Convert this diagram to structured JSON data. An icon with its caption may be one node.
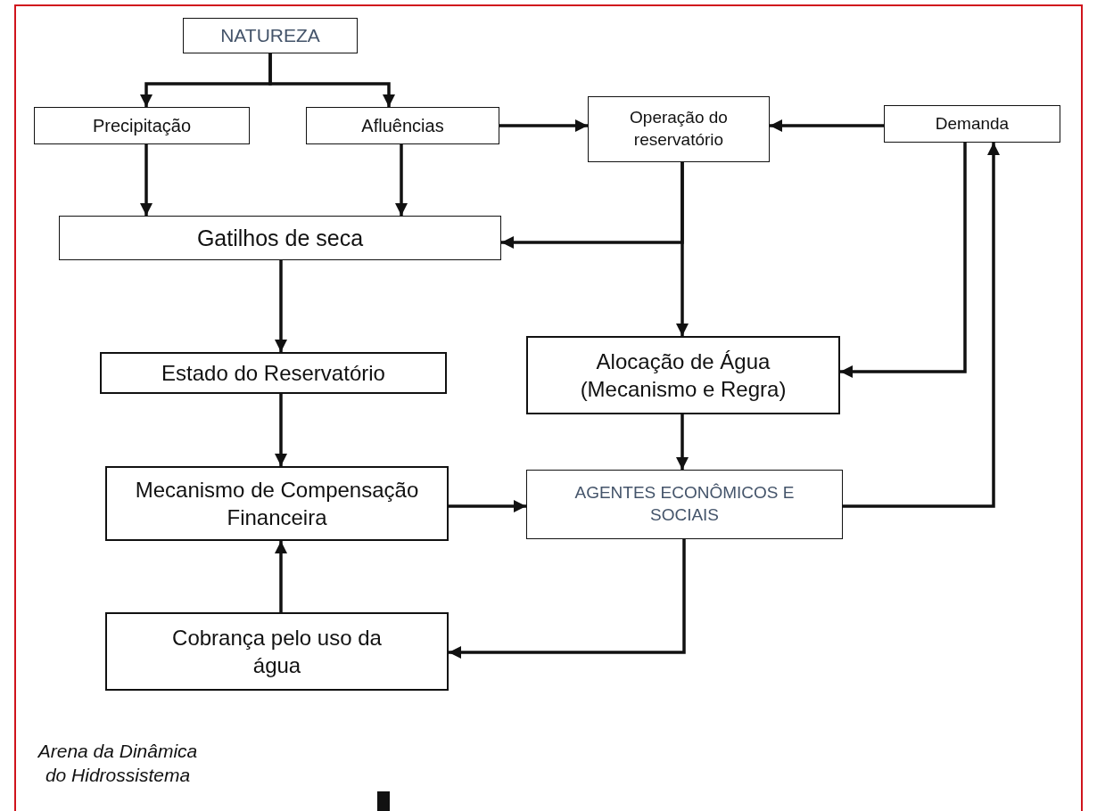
{
  "diagram": {
    "nodes": [
      {
        "text": [
          "Arena da Dinâmica do Hidrossistema"
        ]
      },
      {
        "text": [
          "NATUREZA"
        ],
        "in": 0
      },
      {
        "text": [
          "Precipitação"
        ],
        "in": 0
      },
      {
        "text": [
          "Afluências"
        ],
        "in": 0
      },
      {
        "text": [
          "Operação do reservatório"
        ],
        "in": 0
      },
      {
        "text": [
          "Demanda"
        ],
        "in": 0
      },
      {
        "text": [
          "Gatilhos de seca"
        ],
        "in": 0
      },
      {
        "text": [
          "Estado do Reservatório"
        ],
        "in": 0
      },
      {
        "text": [
          "Alocação de Água (Mecanismo e Regra)"
        ],
        "in": 0
      },
      {
        "text": [
          "Mecanismo de Compensação Financeira"
        ],
        "in": 0
      },
      {
        "text": [
          "AGENTES ECONÔMICOS E SOCIAIS"
        ],
        "in": 0
      },
      {
        "text": [
          "Cobrança pelo uso da água"
        ],
        "in": 0
      }
    ],
    "edges": [
      {
        "from": 1,
        "to": 2,
        "arrow": "to"
      },
      {
        "from": 1,
        "to": 3,
        "arrow": "to"
      },
      {
        "from": 3,
        "to": 4,
        "arrow": "to"
      },
      {
        "from": 5,
        "to": 4,
        "arrow": "to"
      },
      {
        "from": 2,
        "to": 6,
        "arrow": "to"
      },
      {
        "from": 3,
        "to": 6,
        "arrow": "to"
      },
      {
        "from": 4,
        "to": 6,
        "arrow": "to"
      },
      {
        "from": 4,
        "to": 8,
        "arrow": "to"
      },
      {
        "from": 5,
        "to": 8,
        "arrow": "to"
      },
      {
        "from": 10,
        "to": 5,
        "arrow": "to"
      },
      {
        "from": 6,
        "to": 7,
        "arrow": "to"
      },
      {
        "from": 7,
        "to": 9,
        "arrow": "to"
      },
      {
        "from": 8,
        "to": 10,
        "arrow": "to"
      },
      {
        "from": 9,
        "to": 10,
        "arrow": "to"
      },
      {
        "from": 11,
        "to": 9,
        "arrow": "to"
      },
      {
        "from": 10,
        "to": 11,
        "arrow": "to"
      }
    ]
  }
}
